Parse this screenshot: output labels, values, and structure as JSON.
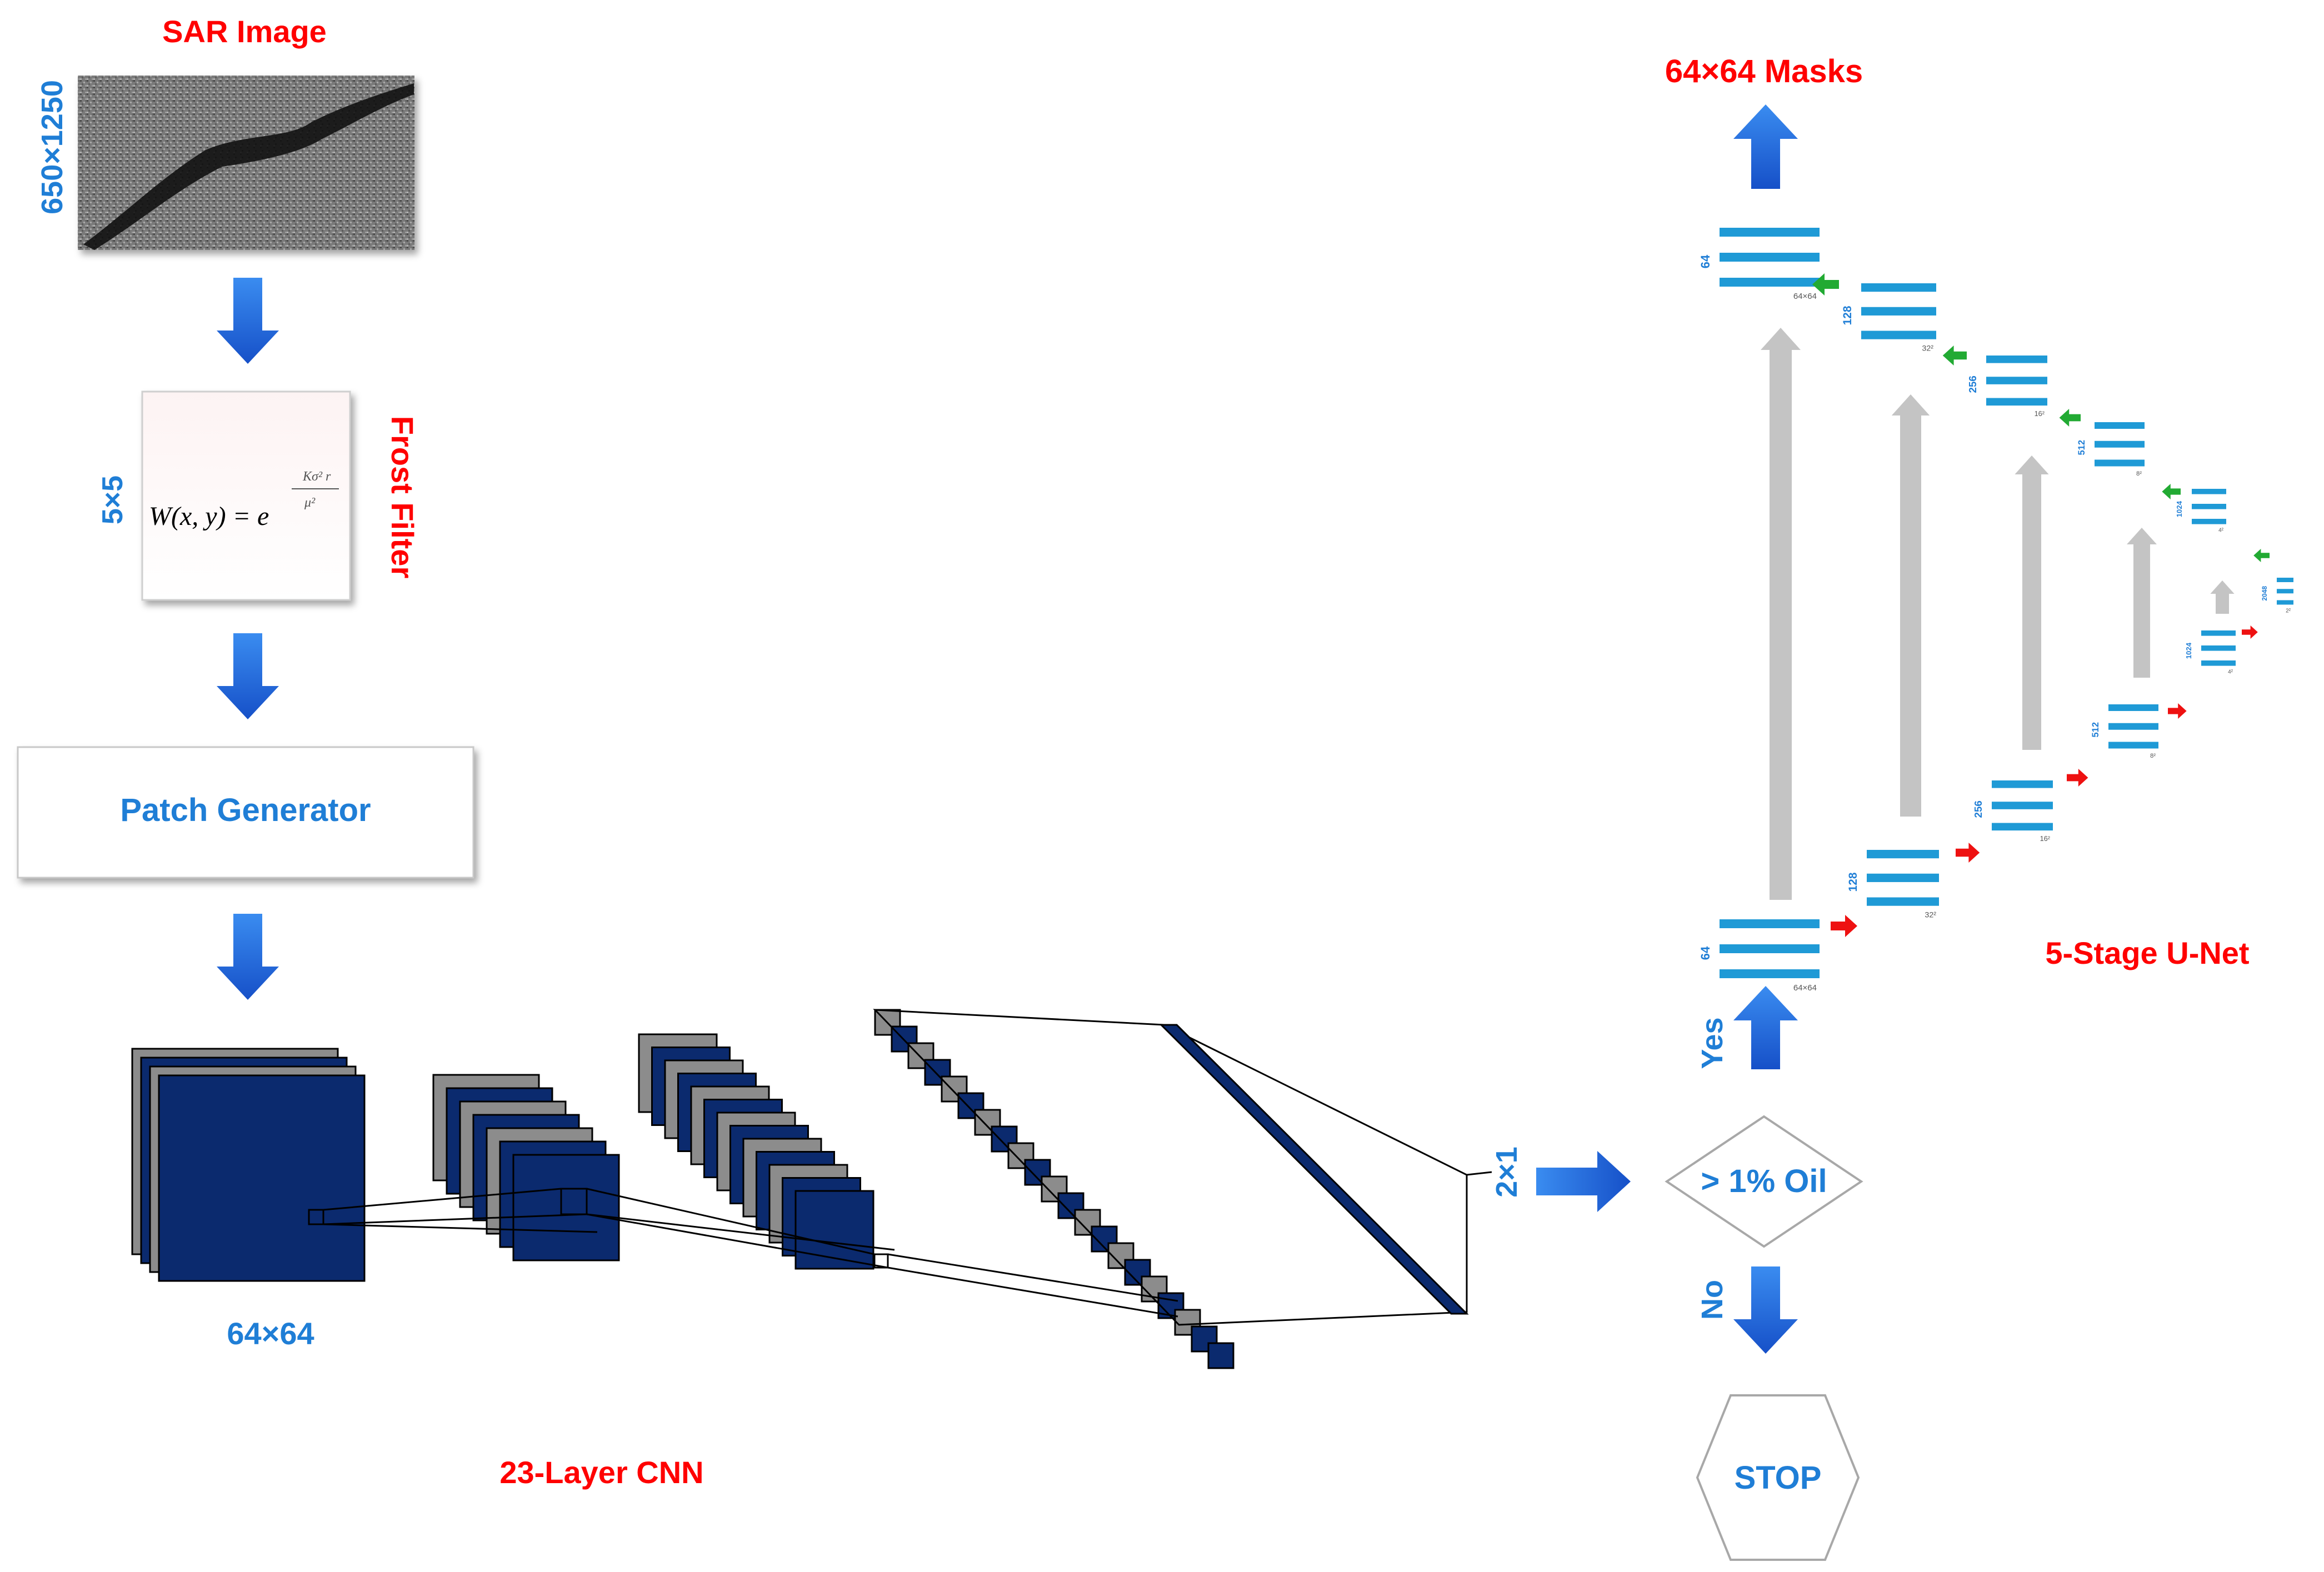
{
  "labels": {
    "sar_image": "SAR Image",
    "sar_size": "650×1250",
    "frost_filter": "Frost Filter",
    "frost_kernel": "5×5",
    "frost_formula_left": "W(x, y) = e",
    "frost_formula_exp_num": "Kσ² r",
    "frost_formula_exp_den": "μ²",
    "patch_generator": "Patch Generator",
    "patch_size": "64×64",
    "cnn": "23-Layer CNN",
    "cnn_output": "2×1",
    "decision": "> 1% Oil",
    "yes": "Yes",
    "no": "No",
    "stop": "STOP",
    "masks": "64×64 Masks",
    "unet": "5-Stage U-Net"
  },
  "unet_levels": [
    {
      "channels": "64",
      "size": "64×64"
    },
    {
      "channels": "128",
      "size": "32²"
    },
    {
      "channels": "256",
      "size": "16²"
    },
    {
      "channels": "512",
      "size": "8²"
    },
    {
      "channels": "1024",
      "size": "4²"
    },
    {
      "channels": "2048",
      "size": "2²"
    }
  ],
  "colors": {
    "red_text": "#ff0000",
    "blue_text": "#1f7ed6",
    "arrow_blue": "#1e6fe0",
    "cnn_navy": "#0b2a6e",
    "cnn_gray": "#8c8c8c",
    "unet_bar": "#1f9ad6",
    "skip_gray": "#c4c4c4",
    "down_red": "#ee1111",
    "up_green": "#22aa33"
  },
  "icons": [
    "down-arrow-icon",
    "up-arrow-icon",
    "right-arrow-icon",
    "diamond-decision-icon",
    "hexagon-stop-icon"
  ]
}
